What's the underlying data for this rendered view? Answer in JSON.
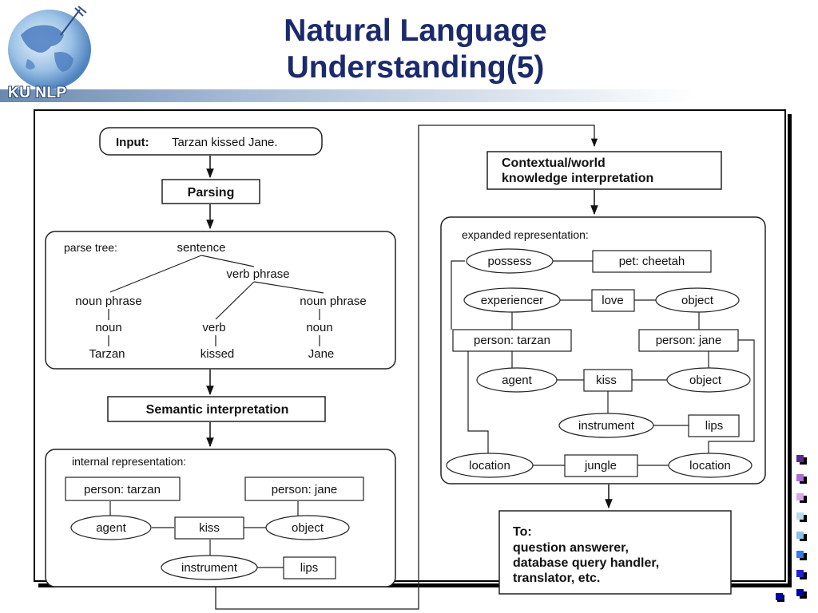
{
  "header": {
    "title_line1": "Natural Language",
    "title_line2": "Understanding(5)",
    "logo_text": "KU NLP"
  },
  "left": {
    "input_label": "Input:",
    "input_value": "Tarzan kissed Jane.",
    "parsing": "Parsing",
    "parse_tree_label": "parse tree:",
    "parse_nodes": {
      "sentence": "sentence",
      "verb_phrase": "verb phrase",
      "noun_phrase_left": "noun phrase",
      "noun_phrase_right": "noun phrase",
      "noun_left": "noun",
      "verb": "verb",
      "noun_right": "noun",
      "tarzan": "Tarzan",
      "kissed": "kissed",
      "jane": "Jane"
    },
    "semantic": "Semantic interpretation",
    "internal_label": "internal representation:",
    "internal_nodes": {
      "person_tarzan": "person: tarzan",
      "person_jane": "person: jane",
      "agent": "agent",
      "kiss": "kiss",
      "object": "object",
      "instrument": "instrument",
      "lips": "lips"
    }
  },
  "right": {
    "contextual_line1": "Contextual/world",
    "contextual_line2": "knowledge interpretation",
    "expanded_label": "expanded representation:",
    "expanded_nodes": {
      "possess": "possess",
      "pet_cheetah": "pet: cheetah",
      "experiencer": "experiencer",
      "love": "love",
      "object_top": "object",
      "person_tarzan": "person: tarzan",
      "person_jane": "person: jane",
      "agent": "agent",
      "kiss": "kiss",
      "object_mid": "object",
      "instrument": "instrument",
      "lips": "lips",
      "location_left": "location",
      "jungle": "jungle",
      "location_right": "location"
    },
    "to_line1": "To:",
    "to_line2": "question answerer,",
    "to_line3": "database query handler,",
    "to_line4": "translator, etc."
  },
  "colors": {
    "title": "#1a2a6c",
    "bullet_squares": [
      "#5b2a8c",
      "#b06ad8",
      "#d8a6ec",
      "#b8dcec",
      "#8cc0e8",
      "#3a7ae0",
      "#2222cc",
      "#0000aa"
    ]
  }
}
